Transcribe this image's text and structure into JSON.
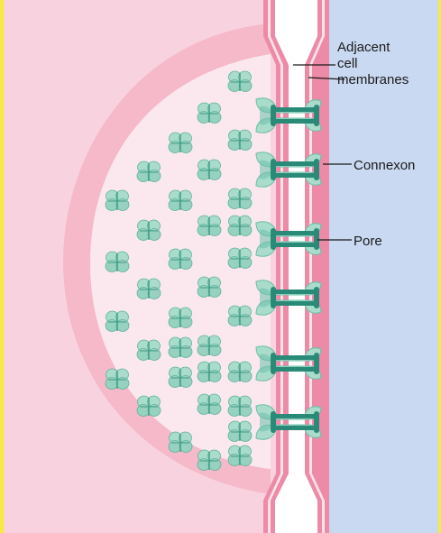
{
  "labels": {
    "membranes": [
      "Adjacent",
      "cell",
      "membranes"
    ],
    "connexon": "Connexon",
    "pore": "Pore"
  },
  "colors": {
    "frame": "#f7ec3a",
    "left_cell": "#f8d3df",
    "right_cell": "#c9d9f1",
    "membrane": "#ec8aa7",
    "membrane_light": "#fbe3ea",
    "gap": "#ffffff",
    "halo_outer": "#f5b9c9",
    "halo_inner": "#fbe8ee",
    "connexon_light": "#a9dccb",
    "connexon_mid": "#6bbfa9",
    "connexon_dark": "#2a8a78",
    "label_line": "#1a1a1a"
  },
  "structure": {
    "membrane_junction_count": 6,
    "connexon_particle_count": 34
  }
}
